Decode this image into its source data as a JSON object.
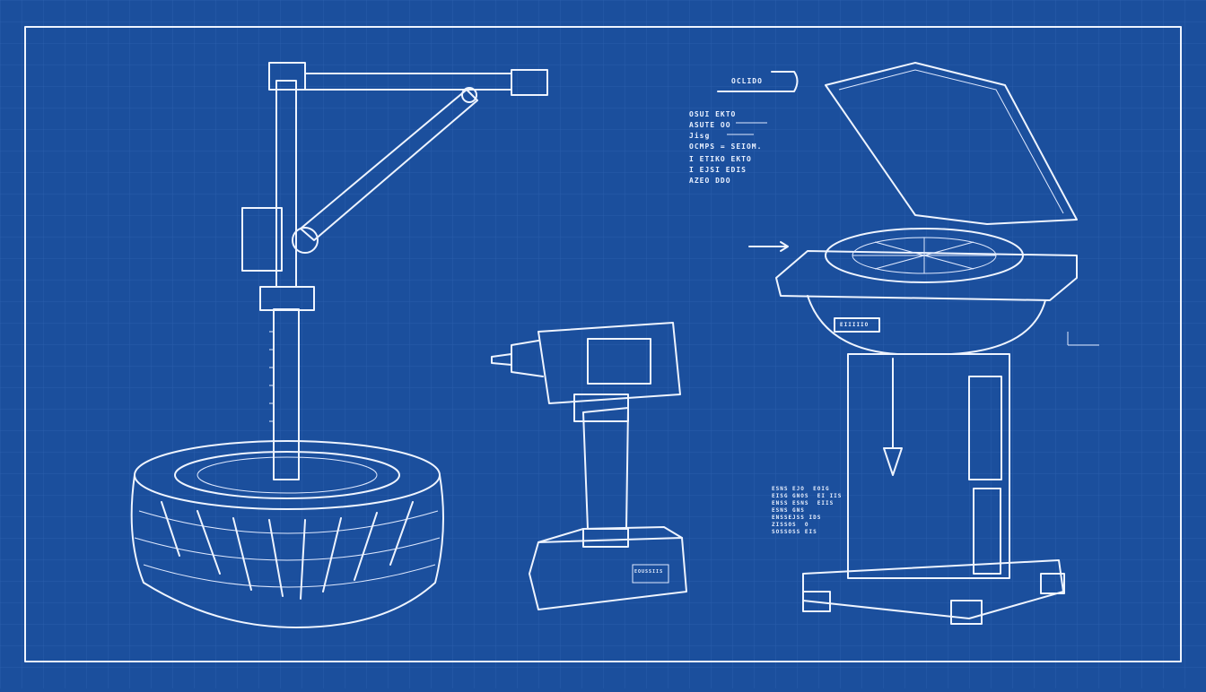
{
  "colors": {
    "background": "#1b4f9d",
    "line": "#eef4ff",
    "grid": "#2a5eab"
  },
  "drawings": [
    "tire-changer-with-arm",
    "handheld-impact-tool-on-base",
    "wheel-balancer-with-hood"
  ],
  "annotations": {
    "top_label": "OCLIDO",
    "block1": [
      "OSUI EKTO",
      "ASUTE OO",
      "Jisg",
      "OCMPS = SEIOM."
    ],
    "block2": [
      "I ETIKO EKTO",
      "I EJSI EDIS",
      "AZEO DDO"
    ],
    "block3": [
      "ESNS EJO  EOIG",
      "EISG GNOS  EI IIS",
      "ENSS ESNS  EIIS",
      "ESNS GNS",
      "ENSSEJSS IDS",
      "ZISSOS  O",
      "SOSSOSS EIS"
    ],
    "machine_plate": "EIIIIIO",
    "tool_plate": "EOUSSIIS"
  }
}
